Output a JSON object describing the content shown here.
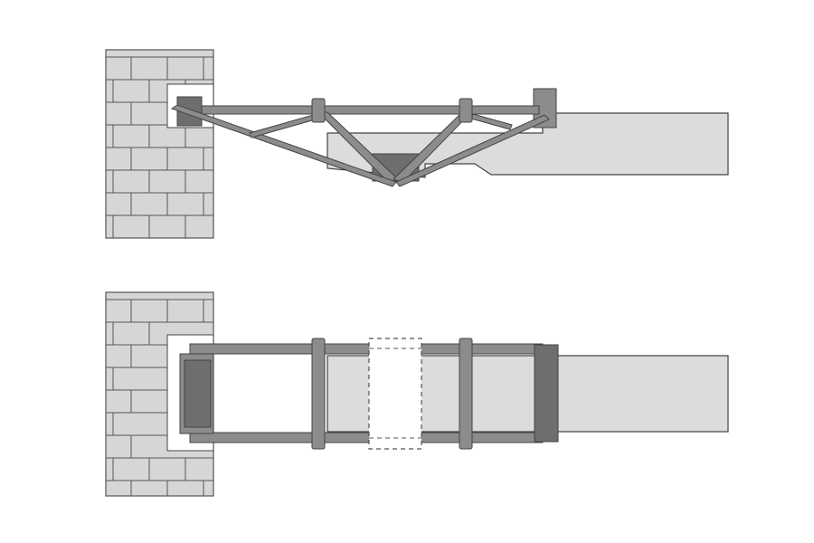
{
  "diagram": {
    "views": [
      {
        "id": "elevation",
        "parts": [
          "brick-wall",
          "wall-pocket",
          "wall-bearing-plate",
          "end-post",
          "top-chord",
          "clamp-left",
          "clamp-right",
          "inclined-struts",
          "tension-rods",
          "center-block",
          "beam"
        ]
      },
      {
        "id": "plan",
        "parts": [
          "brick-wall",
          "wall-pocket",
          "wall-bearing-plate",
          "end-cap",
          "side-rails",
          "clamp-left",
          "clamp-right",
          "beam",
          "dashed-outline"
        ]
      }
    ],
    "colors": {
      "background": "#ffffff",
      "brick_fill": "#d6d6d6",
      "brick_line": "#555555",
      "steel_fill": "#8c8c8c",
      "steel_dark": "#6e6e6e",
      "beam_fill": "#dcdcdc",
      "outline": "#444444",
      "pocket": "#ffffff"
    }
  }
}
